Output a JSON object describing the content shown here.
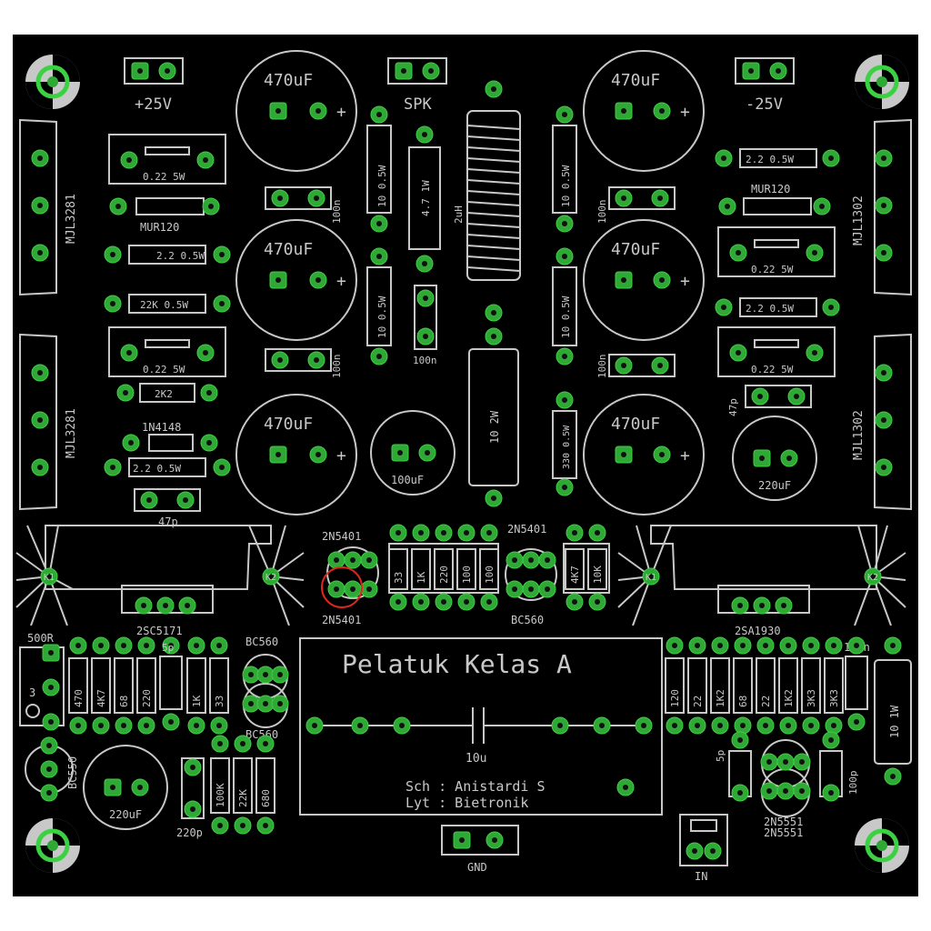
{
  "board": {
    "title": "Pelatuk Kelas A",
    "credit_sch": "Sch : Anistardi S",
    "credit_lyt": "Lyt : Bietronik",
    "colors": {
      "background": "#000000",
      "silkscreen": "#c8c8c8",
      "pad": "#2fa836",
      "highlight_ring": "#e0281e"
    }
  },
  "connectors": {
    "pos_supply": "+25V",
    "neg_supply": "-25V",
    "speaker": "SPK",
    "ground": "GND",
    "input": "IN"
  },
  "caps": {
    "c470": "470uF",
    "c100u": "100uF",
    "c220u": "220uF",
    "c100n": "100n",
    "c47p": "47p",
    "c5p": "5p",
    "c220p": "220p",
    "c100p": "100p",
    "c10u": "10u"
  },
  "inductor": "2uH",
  "resistors": {
    "r022": "0.22 5W",
    "r22": "2.2 0.5W",
    "r22k": "22K 0.5W",
    "r2k2": "2K2",
    "r10": "10 0.5W",
    "r47": "4.7 1W",
    "r10_2w": "10 2W",
    "r330": "330 0.5W",
    "r10_1w": "10 1W",
    "r500": "500R"
  },
  "bank_mid_values": [
    "33",
    "1K",
    "220",
    "100",
    "100"
  ],
  "bank_mid_right": [
    "4K7",
    "10K"
  ],
  "bank_left_values": [
    "470",
    "4K7",
    "68",
    "220"
  ],
  "bank_left2_values": [
    "1K",
    "33"
  ],
  "bank_right_values": [
    "120",
    "22",
    "1K2",
    "68",
    "22",
    "1K2",
    "3K3",
    "3K3"
  ],
  "bank_bottom_values": [
    "100K",
    "22K",
    "680"
  ],
  "semis": {
    "mjl3281": "MJL3281",
    "mjl1302": "MJL1302",
    "mur120": "MUR120",
    "n4148": "1N4148",
    "n5401": "2N5401",
    "bc560": "BC560",
    "bc550": "BC550",
    "sc5171": "2SC5171",
    "sa1930": "2SA1930",
    "n5551": "2N5551"
  },
  "heatsink_pads": {
    "k1": "K1",
    "k2": "K2"
  }
}
